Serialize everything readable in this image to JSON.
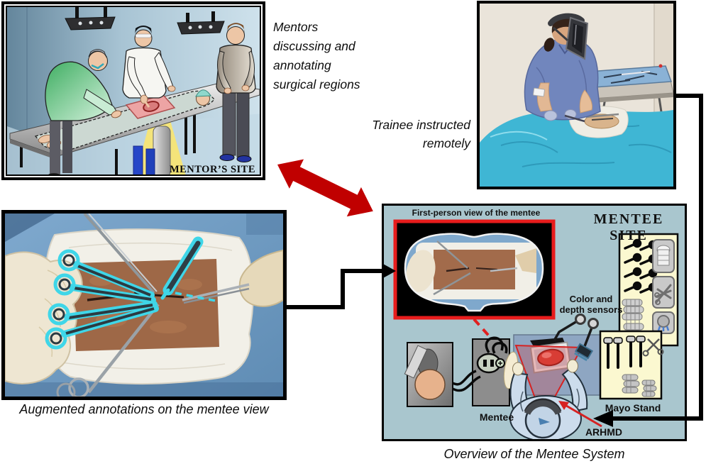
{
  "figure": {
    "mentor_panel": {
      "site_label": "MENTOR’S SITE",
      "caption": "Mentors discussing and annotating surgical regions"
    },
    "trainee_panel": {
      "caption": "Trainee instructed remotely"
    },
    "annotated_panel": {
      "caption": "Augmented annotations on the mentee view"
    },
    "mentee_panel": {
      "title": "MENTEE SITE",
      "first_person_label": "First-person view of the mentee",
      "sensors_label": "Color and depth sensors",
      "mayo_label": "Mayo Stand",
      "mentee_label": "Mentee",
      "arhmd_label": "ARHMD",
      "caption": "Overview of the Mentee System"
    },
    "icons": {
      "sync_arrow": "red-double-headed-arrow",
      "trainee_connector": "black-elbow-arrow",
      "annotations_connector": "black-elbow-arrow",
      "arhmd_pointer": "red-arrow",
      "hmd_view_link": "red-dashed-line"
    },
    "colors": {
      "sync_arrow": "#c00000",
      "ar_annotation": "#3fd6e8",
      "mentee_panel_bg": "#a9c6ce",
      "fpv_border": "#e81c1c",
      "tray_bg": "#fbf8d0",
      "connector": "#000000"
    }
  }
}
